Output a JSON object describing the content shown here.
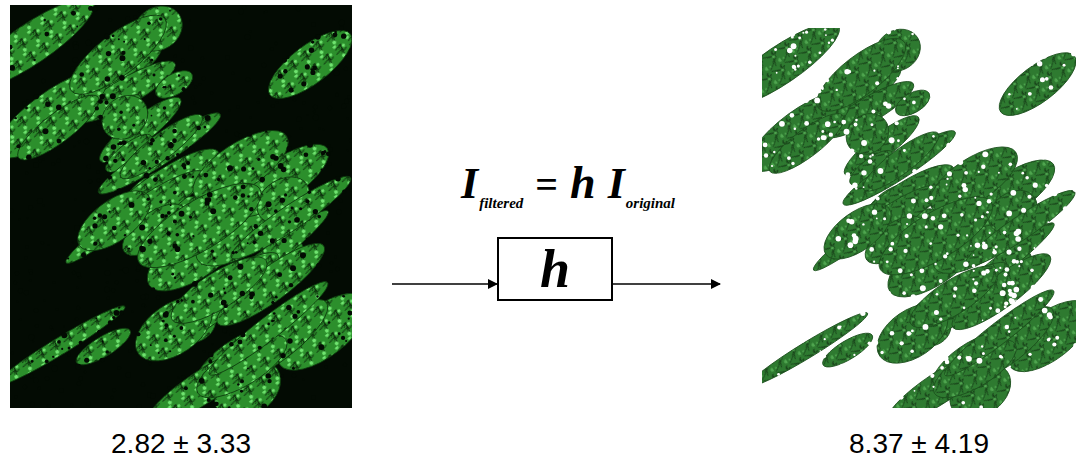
{
  "diagram": {
    "nodes": [
      {
        "text": [
          "2.82 ± 3.33"
        ]
      },
      {
        "text": [
          "h"
        ]
      },
      {
        "text": [
          "8.37 ± 4.19"
        ]
      }
    ],
    "edges": [
      {
        "from": 0,
        "to": 1,
        "arrow": "to"
      },
      {
        "from": 1,
        "to": 2,
        "arrow": "to"
      }
    ],
    "labels": [
      "I",
      "filtered",
      "=",
      "h",
      "I",
      "original"
    ]
  }
}
